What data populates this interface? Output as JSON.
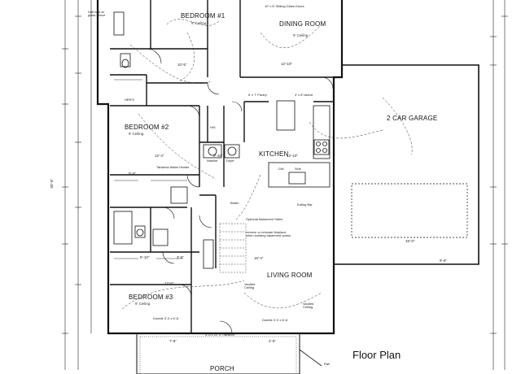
{
  "title": "Floor Plan",
  "rooms": {
    "bedroom1": "BEDROOM #1",
    "bedroom2": "BEDROOM #2",
    "bedroom3": "BEDROOM #3",
    "dining": "DINING ROOM",
    "kitchen": "KITCHEN",
    "living": "LIVING ROOM",
    "garage": "2 CAR GARAGE",
    "porch": "PORCH"
  },
  "notes": {
    "sliding_door": "10' x 8' Sliding Glass Doors",
    "half_wall": "Half wall w/ glass above",
    "hers": "HER'S",
    "his": "HIS",
    "pantry": "6' x 7' Pantry",
    "island": "4' x 8' Island",
    "tankless": "Tankless Water Heater",
    "washer": "Washer",
    "dryer": "Dryer",
    "dw": "DW",
    "sink": "Sink",
    "eating_bar": "Eating Bar",
    "beam": "Beam",
    "basement_stair": "Optional Basement Stairs",
    "fireplace_note": "remove or relocate fireplace when building basement option",
    "vaulted1": "Vaulted Ceiling",
    "vaulted2": "Vaulted Ceiling",
    "door1": "Double 3'-0 x 6'-8",
    "door2": "Double 3'-0 x 6'-8",
    "transom": "3'-0 x 12' h Transom",
    "rail": "Rail",
    "ceil_b1": "9' Ceiling",
    "ceil_b2": "9' Ceiling",
    "ceil_b3": "9' Ceiling",
    "ceil_dining": "9' Ceiling"
  },
  "dims": {
    "d1": "10'-5\"",
    "d2": "12'-10\"",
    "d3": "12'-4\"",
    "d4": "5'-4\"",
    "d5": "9'-10\"",
    "d6": "12'-6\"",
    "d7": "16'-4\"",
    "d8": "16'-0\"",
    "d9": "9'-6\"",
    "d10": "12'-10\"",
    "d11": "8'-10\"",
    "d12": "3'-6\"",
    "d13": "7'-6\"",
    "d14": "2'-6\"",
    "overall": "50'-0\""
  }
}
